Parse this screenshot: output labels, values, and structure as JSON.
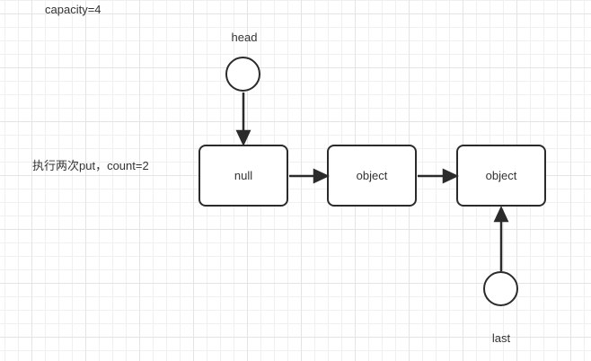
{
  "diagram": {
    "annotations": {
      "capacity": "capacity=4",
      "step": "执行两次put，count=2"
    },
    "pointers": {
      "head": {
        "label": "head"
      },
      "last": {
        "label": "last"
      }
    },
    "nodes": [
      {
        "label": "null"
      },
      {
        "label": "object"
      },
      {
        "label": "object"
      }
    ],
    "colors": {
      "stroke": "#2b2b2b",
      "text": "#333333",
      "background": "#ffffff",
      "grid_minor": "#f0f0f0",
      "grid_major": "#e4e4e4"
    }
  }
}
